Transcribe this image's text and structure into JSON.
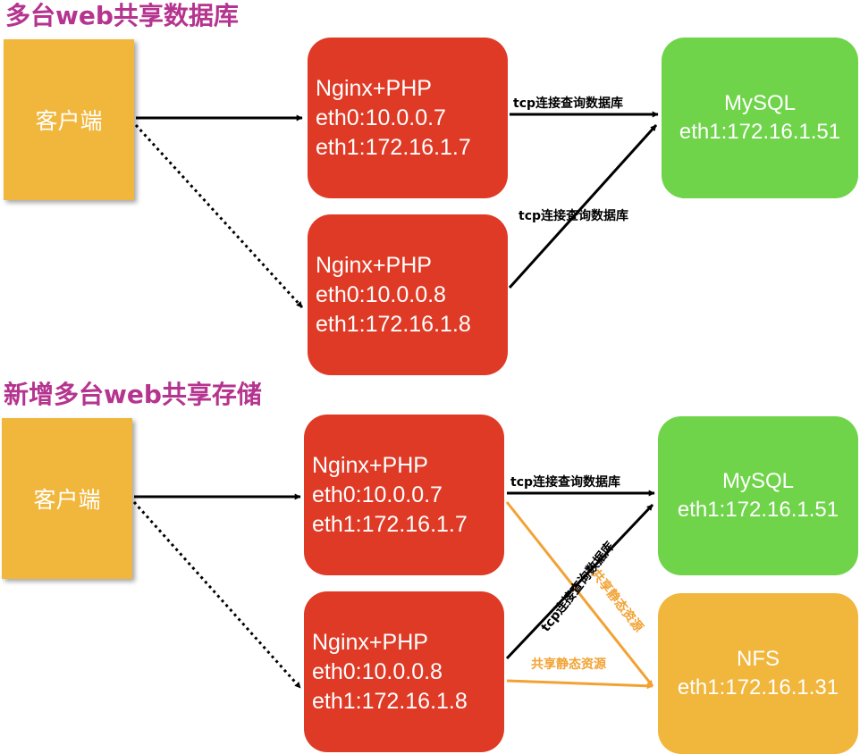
{
  "colors": {
    "title": "#b5348f",
    "client": "#f1b63c",
    "web": "#df3a26",
    "db": "#6fd44a",
    "nfs": "#f1b63c",
    "edge": "#000000",
    "edge_nfs": "#f2a233"
  },
  "section1": {
    "title": "多台web共享数据库",
    "client": "客户端",
    "web1": [
      "Nginx+PHP",
      "eth0:10.0.0.7",
      "eth1:172.16.1.7"
    ],
    "web2": [
      "Nginx+PHP",
      "eth0:10.0.0.8",
      "eth1:172.16.1.8"
    ],
    "db": [
      "MySQL",
      "eth1:172.16.1.51"
    ],
    "edge_web1_db": "tcp连接查询数据库",
    "edge_web2_db": "tcp连接查询数据库"
  },
  "section2": {
    "title": "新增多台web共享存储",
    "client": "客户端",
    "web1": [
      "Nginx+PHP",
      "eth0:10.0.0.7",
      "eth1:172.16.1.7"
    ],
    "web2": [
      "Nginx+PHP",
      "eth0:10.0.0.8",
      "eth1:172.16.1.8"
    ],
    "db": [
      "MySQL",
      "eth1:172.16.1.51"
    ],
    "nfs": [
      "NFS",
      "eth1:172.16.1.31"
    ],
    "edge_web1_db": "tcp连接查询数据库",
    "edge_web2_db": "tcp连接查询数据库",
    "edge_web1_nfs": "共享静态资源",
    "edge_web2_nfs": "共享静态资源"
  }
}
